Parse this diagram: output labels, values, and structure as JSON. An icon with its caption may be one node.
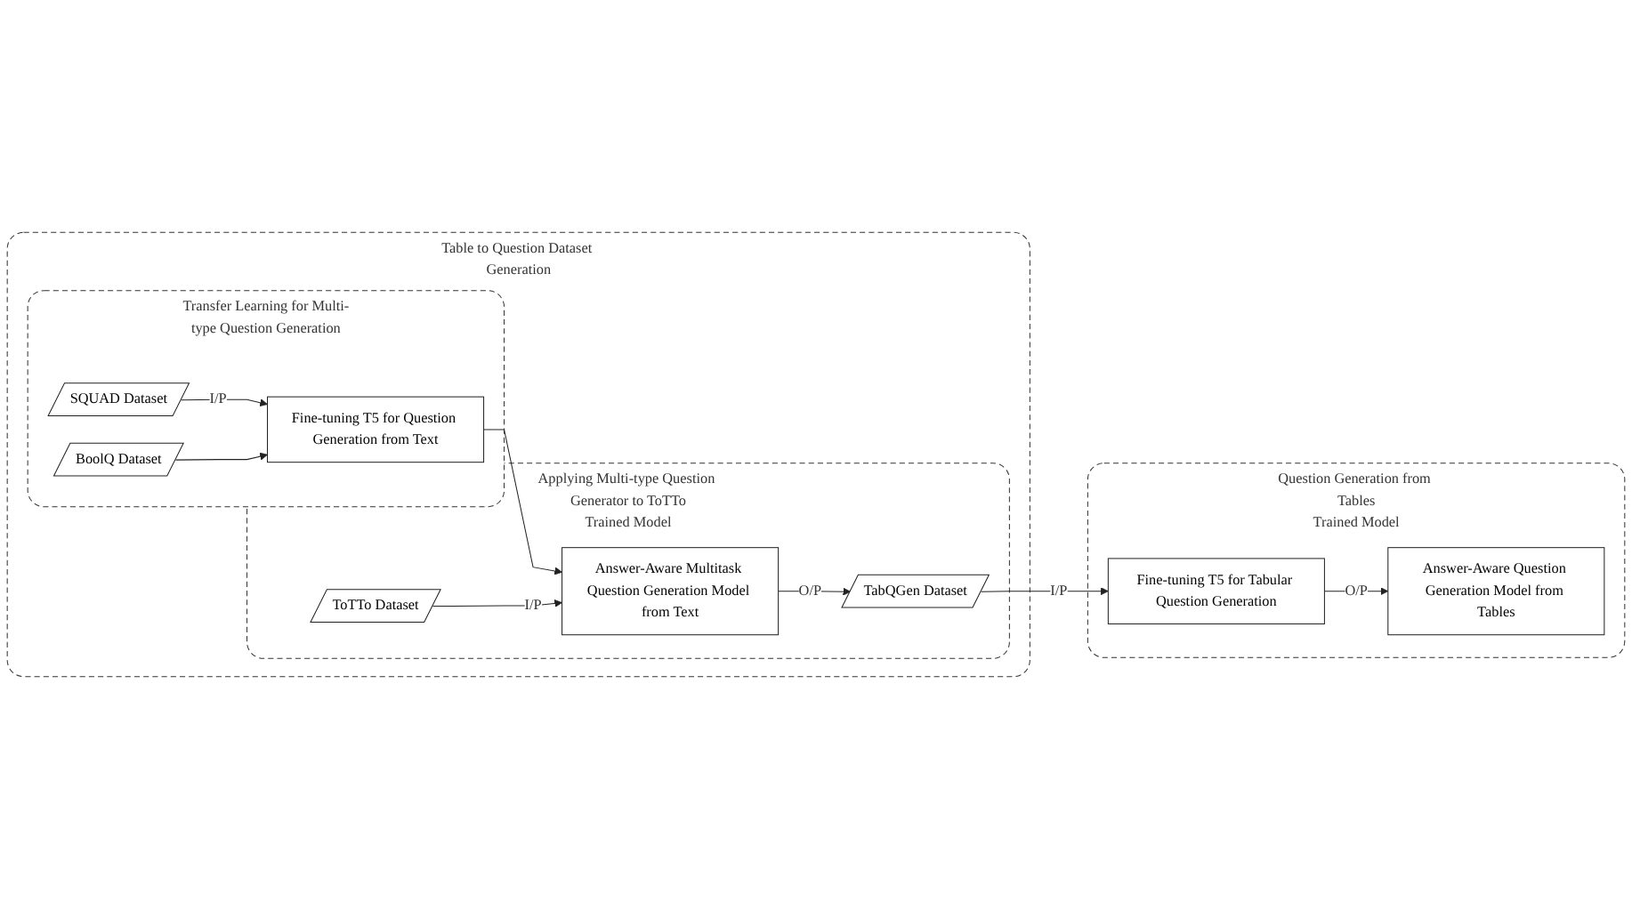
{
  "diagram": {
    "nodes": [
      {
        "text": [
          "Table to Question Dataset Generation"
        ]
      },
      {
        "text": [
          "Transfer Learning for Multi-type Question Generation"
        ],
        "in": 0
      },
      {
        "text": [
          "SQUAD Dataset"
        ],
        "in": 1
      },
      {
        "text": [
          "BoolQ Dataset"
        ],
        "in": 1
      },
      {
        "text": [
          "Fine-tuning T5 for Question Generation from Text"
        ],
        "in": 1
      },
      {
        "text": [
          "Applying Multi-type Question Generator to ToTTo",
          "Trained Model"
        ],
        "in": 0
      },
      {
        "text": [
          "ToTTo Dataset"
        ],
        "in": 5
      },
      {
        "text": [
          "Answer-Aware Multitask Question Generation Model from Text"
        ],
        "in": 5
      },
      {
        "text": [
          "TabQGen Dataset"
        ],
        "in": 5
      },
      {
        "text": [
          "Question Generation from Tables",
          "Trained Model"
        ]
      },
      {
        "text": [
          "Answer-Aware Question Generation Model from Tables"
        ],
        "in": 9
      },
      {
        "text": [
          "Fine-tuning T5 for Tabular Question Generation"
        ],
        "in": 9
      }
    ],
    "edges": [
      {
        "from": 2,
        "to": 4,
        "arrow": "to",
        "label": "I/P"
      },
      {
        "from": 3,
        "to": 4,
        "arrow": "to"
      },
      {
        "from": 4,
        "to": 7,
        "arrow": "to"
      },
      {
        "from": 6,
        "to": 7,
        "arrow": "to",
        "label": "I/P"
      },
      {
        "from": 7,
        "to": 8,
        "arrow": "to",
        "label": "O/P"
      },
      {
        "from": 8,
        "to": 11,
        "arrow": "to",
        "label": "I/P"
      },
      {
        "from": 11,
        "to": 10,
        "arrow": "to",
        "label": "O/P"
      }
    ]
  }
}
